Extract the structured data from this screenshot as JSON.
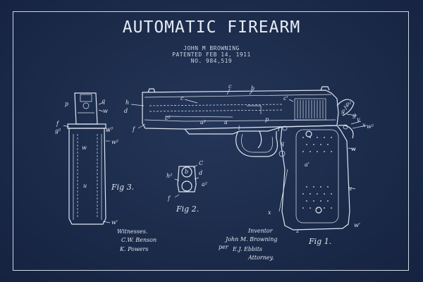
{
  "title": "AUTOMATIC FIREARM",
  "inventor_line": "JOHN M BROWNING",
  "patent_line": "PATENTED FEB 14, 1911",
  "number_line": "NO. 984,519",
  "figures": {
    "fig1": "Fig 1.",
    "fig2": "Fig 2.",
    "fig3": "Fig 3."
  },
  "signatures": {
    "witnesses_label": "Witnesses.",
    "witness_1": "C.W. Benson",
    "witness_2": "K. Powers",
    "inventor_label": "Inventor",
    "inventor_name": "John M. Browning",
    "per": "per",
    "attorney_name": "E.J. Ebbits",
    "attorney_label": "Attorney."
  },
  "colors": {
    "background": "#1c2b4a",
    "line": "#dfe6f1"
  }
}
